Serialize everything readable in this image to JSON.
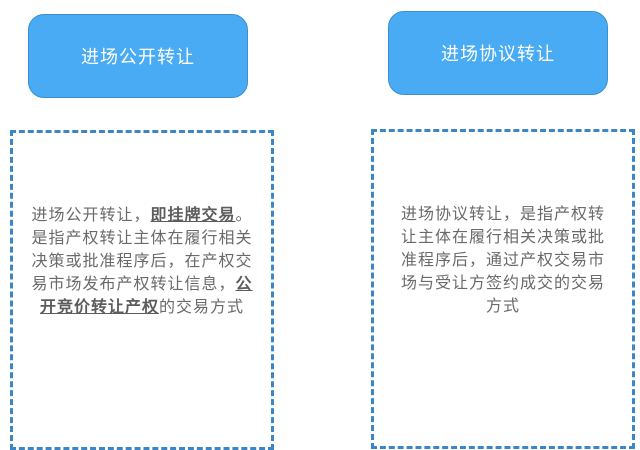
{
  "left": {
    "title": "进场公开转让",
    "description": {
      "part1": "进场公开转让，",
      "em1": "即挂牌交易",
      "part2": "。是指产权转让主体在履行相关决策或批准程序后，在产权交易市场发布产权转让信息，",
      "em2": "公开竞价转让产权",
      "part3": "的交易方式"
    }
  },
  "right": {
    "title": "进场协议转让",
    "description": "进场协议转让，是指产权转让主体在履行相关决策或批准程序后，通过产权交易市场与受让方签约成交的交易方式"
  },
  "colors": {
    "pill_fill": "#4aabf5",
    "pill_border": "#3a8fd0",
    "dash_border": "#3d86c6",
    "text": "#6a6a6a"
  }
}
